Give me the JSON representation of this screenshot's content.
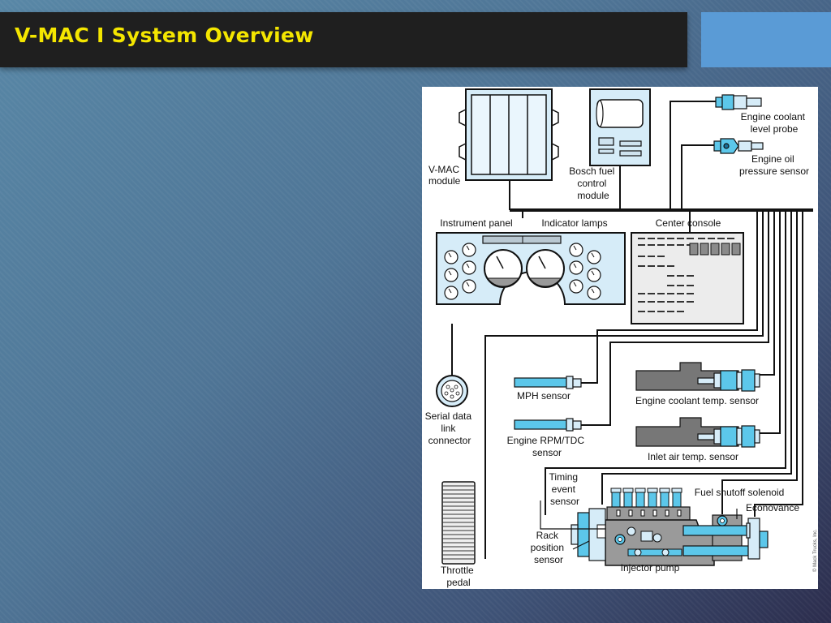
{
  "slide": {
    "title": "V-MAC I System Overview"
  },
  "colors": {
    "title_bar": "#1f1f1f",
    "title_text": "#f4e600",
    "accent_box": "#5a9bd6",
    "component_fill": "#d6ecf8",
    "sensor_blue": "#5cc7ea"
  },
  "diagram": {
    "labels": {
      "vmac_module": [
        "V-MAC",
        "module"
      ],
      "bosch": [
        "Bosch fuel",
        "control",
        "module"
      ],
      "coolant_level": [
        "Engine coolant",
        "level probe"
      ],
      "oil_pressure": [
        "Engine oil",
        "pressure sensor"
      ],
      "instrument_panel": "Instrument panel",
      "indicator_lamps": "Indicator lamps",
      "center_console": "Center console",
      "serial_data": [
        "Serial data",
        "link",
        "connector"
      ],
      "mph_sensor": "MPH sensor",
      "coolant_temp": "Engine coolant temp. sensor",
      "rpm_sensor": [
        "Engine RPM/TDC",
        "sensor"
      ],
      "inlet_air": "Inlet air temp. sensor",
      "timing_event": [
        "Timing",
        "event",
        "sensor"
      ],
      "fuel_shutoff": "Fuel shutoff solenoid",
      "econovance": "Econovance",
      "rack_position": [
        "Rack",
        "position",
        "sensor"
      ],
      "throttle": [
        "Throttle",
        "pedal"
      ],
      "injector_pump": "Injector pump"
    },
    "credit": "© Mack Trucks, Inc."
  }
}
